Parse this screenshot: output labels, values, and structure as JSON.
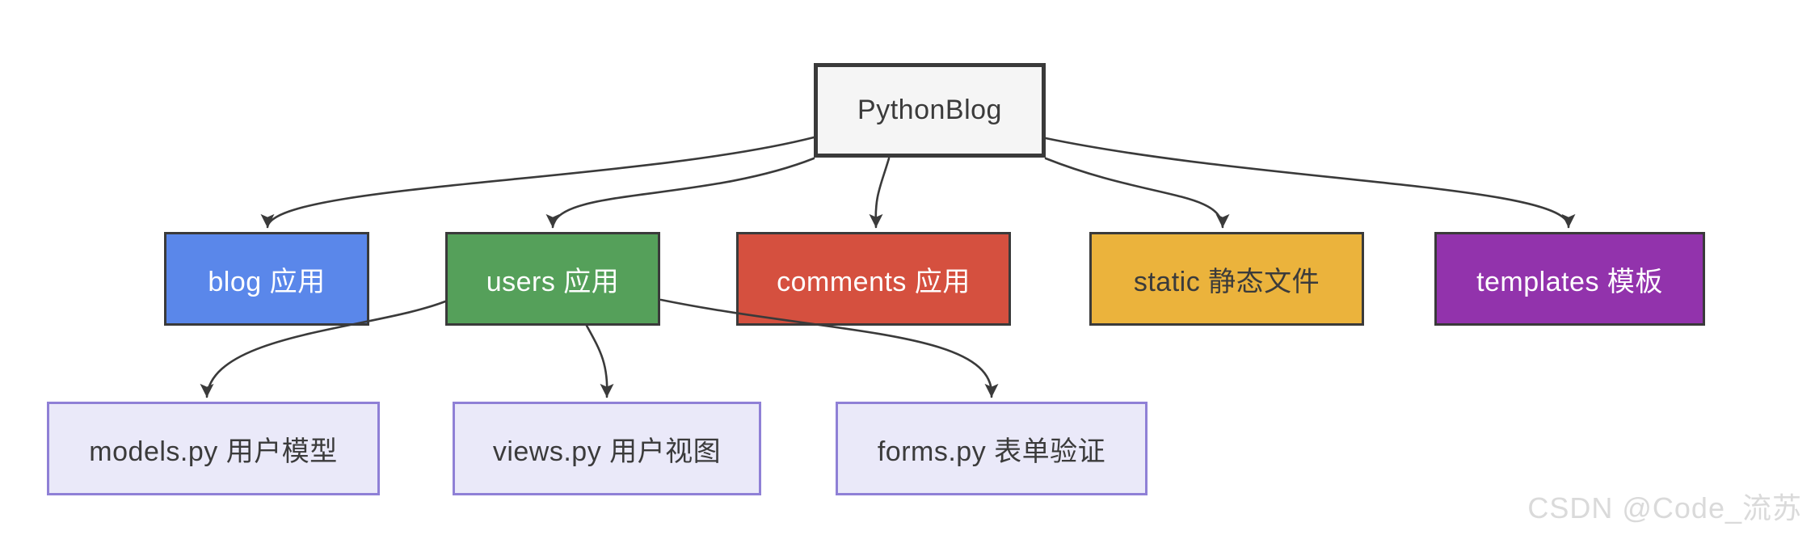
{
  "diagram": {
    "root": {
      "id": "pythonblog",
      "label": "PythonBlog",
      "fill": "#f5f5f5",
      "border_color": "#3a3a3a",
      "text_color": "#3b3b3b"
    },
    "apps": [
      {
        "id": "blog",
        "label": "blog 应用",
        "fill": "#5A87EA",
        "text_color": "#ffffff"
      },
      {
        "id": "users",
        "label": "users 应用",
        "fill": "#55A05A",
        "text_color": "#ffffff"
      },
      {
        "id": "comments",
        "label": "comments 应用",
        "fill": "#D5503F",
        "text_color": "#ffffff"
      },
      {
        "id": "static",
        "label": "static 静态文件",
        "fill": "#EBB33C",
        "text_color": "#3b3b3b"
      },
      {
        "id": "templates",
        "label": "templates 模板",
        "fill": "#9233AC",
        "text_color": "#ffffff"
      }
    ],
    "files": [
      {
        "id": "models",
        "label": "models.py 用户模型",
        "fill": "#EAE9F9",
        "border_color": "#8F80D6",
        "text_color": "#3b3b3b"
      },
      {
        "id": "views",
        "label": "views.py 用户视图",
        "fill": "#EAE9F9",
        "border_color": "#8F80D6",
        "text_color": "#3b3b3b"
      },
      {
        "id": "forms",
        "label": "forms.py 表单验证",
        "fill": "#EAE9F9",
        "border_color": "#8F80D6",
        "text_color": "#3b3b3b"
      }
    ],
    "edges": [
      {
        "from": "PythonBlog",
        "to": "blog 应用"
      },
      {
        "from": "PythonBlog",
        "to": "users 应用"
      },
      {
        "from": "PythonBlog",
        "to": "comments 应用"
      },
      {
        "from": "PythonBlog",
        "to": "static 静态文件"
      },
      {
        "from": "PythonBlog",
        "to": "templates 模板"
      },
      {
        "from": "users 应用",
        "to": "models.py 用户模型"
      },
      {
        "from": "users 应用",
        "to": "views.py 用户视图"
      },
      {
        "from": "users 应用",
        "to": "forms.py 表单验证"
      }
    ],
    "arrow_color": "#3a3a3a"
  },
  "watermark": {
    "text": "CSDN @Code_流苏",
    "color": "#dadada"
  }
}
